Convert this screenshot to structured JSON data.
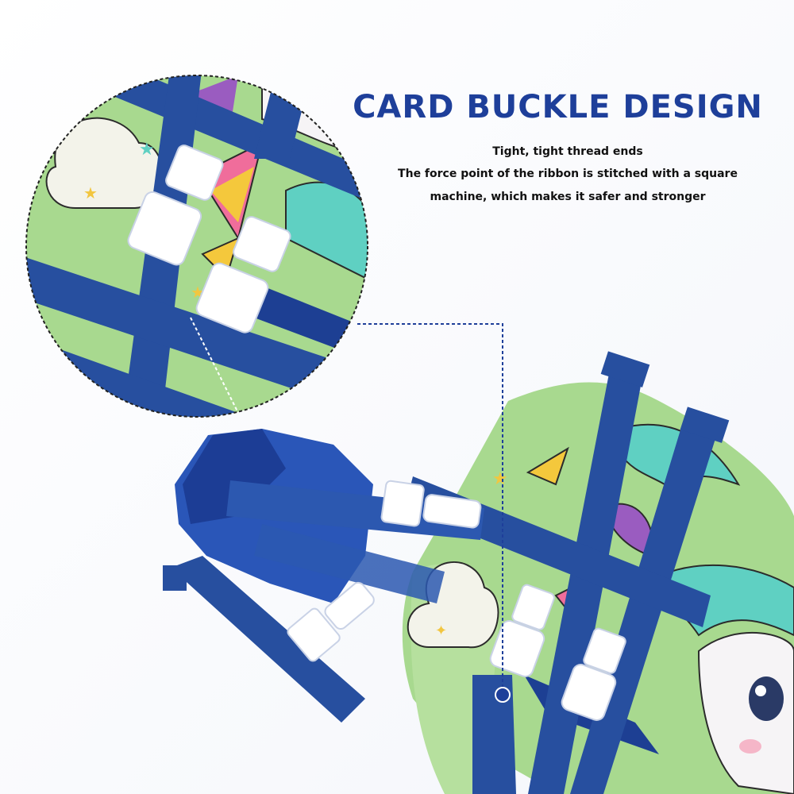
{
  "headline": "CARD BUCKLE DESIGN",
  "captions": [
    "Tight, tight thread ends",
    "The force point of the ribbon is stitched with a square",
    "machine, which makes it safer and stronger"
  ],
  "colors": {
    "strap_blue": "#274f9f",
    "vest_green": "#a5d88f",
    "buckle_white": "#ffffff",
    "unicorn_teal": "#5fd0c2",
    "headline_blue": "#1e3f9a"
  }
}
